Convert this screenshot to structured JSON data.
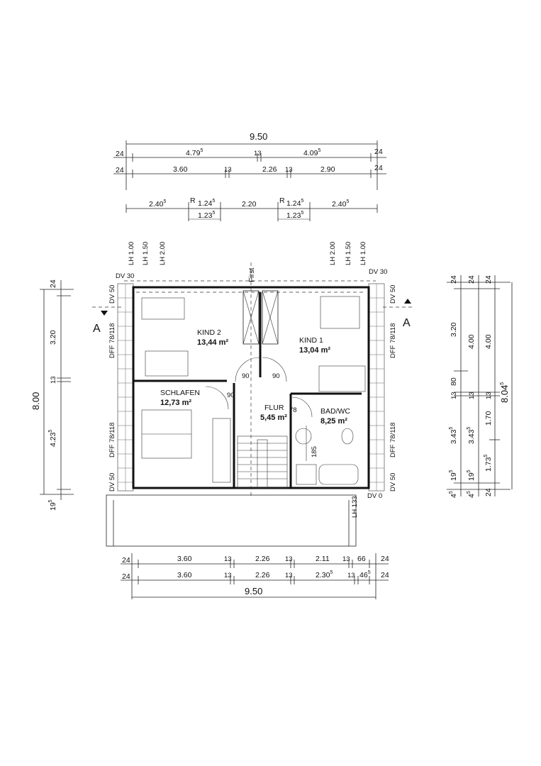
{
  "top_dims": {
    "overall": "9.50",
    "row1": {
      "left_wall": "24",
      "a": "4.79",
      "a_sup": "5",
      "mid": "13",
      "b": "4.09",
      "b_sup": "5",
      "right_wall": "24"
    },
    "row2": {
      "left_wall": "24",
      "a": "3.60",
      "m1": "13",
      "b": "2.26",
      "m2": "13",
      "c": "2.90",
      "right_wall": "24"
    },
    "row3": {
      "a": "2.40",
      "a_sup": "5",
      "r1": "R",
      "r1v": "1.24",
      "r1v_sup": "5",
      "r1b": "1.23",
      "r1b_sup": "5",
      "mid": "2.20",
      "r2": "R",
      "r2v": "1.24",
      "r2v_sup": "5",
      "r2b": "1.23",
      "r2b_sup": "5",
      "c": "2.40",
      "c_sup": "5"
    }
  },
  "bottom_dims": {
    "overall": "9.50",
    "row1": {
      "left_wall": "24",
      "a": "3.60",
      "m1": "13",
      "b": "2.26",
      "m2": "13",
      "c": "2.11",
      "m3": "13",
      "d": "66",
      "right_wall": "24"
    },
    "row2": {
      "left_wall": "24",
      "a": "3.60",
      "m1": "13",
      "b": "2.26",
      "m2": "13",
      "c": "2.30",
      "c_sup": "5",
      "m3": "13",
      "d": "46",
      "d_sup": "5",
      "right_wall": "24"
    }
  },
  "left_dims": {
    "overall": "8.00",
    "top": "24",
    "a": "3.20",
    "mid": "13",
    "b": "4.23",
    "b_sup": "5",
    "bottom": "19",
    "bottom_sup": "5"
  },
  "right_dims": {
    "overall": "8.04",
    "overall_sup": "5",
    "col1": {
      "top": "24",
      "a": "3.20",
      "b": "80",
      "c": "13",
      "d": "3.43",
      "d_sup": "5",
      "e": "19",
      "e_sup": "5",
      "f": "4",
      "f_sup": "5"
    },
    "col2": {
      "top": "24",
      "a": "4.00",
      "c": "13",
      "d": "3.43",
      "d_sup": "5",
      "e": "19",
      "e_sup": "5",
      "f": "4",
      "f_sup": "5"
    },
    "col3": {
      "top": "24",
      "a": "4.00",
      "c": "13",
      "d": "1.70",
      "e": "1.73",
      "e_sup": "5",
      "f": "24"
    }
  },
  "plan_labels": {
    "first": "First",
    "lh_left": [
      "LH 1.00",
      "LH 1.50",
      "LH 2.00"
    ],
    "lh_right": [
      "LH 2.00",
      "LH 1.50",
      "LH 1.00"
    ],
    "dv30_left": "DV 30",
    "dv30_right": "DV 30",
    "dv50_lt": "DV 50",
    "dv50_lb": "DV 50",
    "dv50_rt": "DV 50",
    "dv50_rb": "DV 50",
    "dff_lt": "DFF 78/118",
    "dff_lb": "DFF 78/118",
    "dff_rt": "DFF 78/118",
    "dff_rb": "DFF 78/118",
    "dv0": "DV 0",
    "lh133": "LH 133",
    "section_a": "A",
    "door_90a": "90",
    "door_90b": "90",
    "door_90c": "90",
    "door_78": "78",
    "dim_185": "185"
  },
  "rooms": [
    {
      "name": "KIND 2",
      "area": "13,44 m²"
    },
    {
      "name": "KIND 1",
      "area": "13,04 m²"
    },
    {
      "name": "SCHLAFEN",
      "area": "12,73 m²"
    },
    {
      "name": "FLUR",
      "area": "5,45 m²"
    },
    {
      "name": "BAD/WC",
      "area": "8,25 m²"
    }
  ]
}
